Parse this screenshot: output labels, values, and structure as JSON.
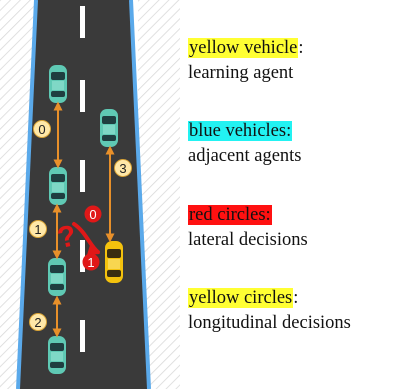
{
  "figure": {
    "lateral_marker": "?",
    "circle_labels": {
      "longitudinal": [
        "0",
        "1",
        "2",
        "3"
      ],
      "lateral": [
        "0",
        "1"
      ]
    }
  },
  "legend": [
    {
      "key": "yellow vehicle",
      "suffix": ":",
      "description": "learning agent",
      "highlight": "#ffff33"
    },
    {
      "key": "blue vehicles:",
      "suffix": "",
      "description": "adjacent agents",
      "highlight": "#22f2f2"
    },
    {
      "key": "red circles:",
      "suffix": "",
      "description": "lateral decisions",
      "highlight": "#ff1111"
    },
    {
      "key": "yellow circles",
      "suffix": ":",
      "description": "longitudinal decisions",
      "highlight": "#ffff33"
    }
  ],
  "colors": {
    "road": "#3a3a3a",
    "road_edge": "#5aa9ea",
    "lane_dash": "#ffffff",
    "hatch": "#d9d9d9",
    "blue_vehicle": "#5fc9b4",
    "yellow_vehicle": "#f4c20d",
    "arrow": "#e8902a",
    "yellow_circle": "#ffe8a8",
    "red_circle": "#e01818"
  }
}
